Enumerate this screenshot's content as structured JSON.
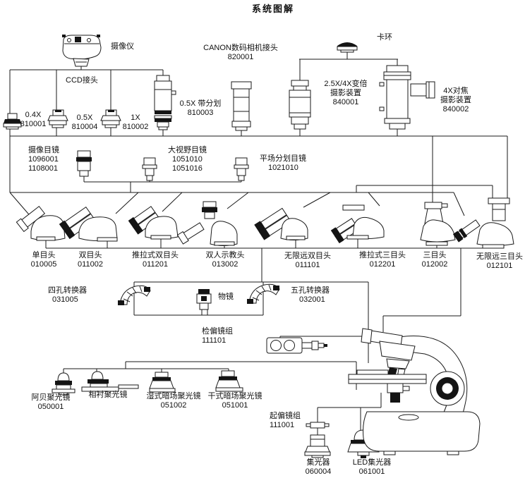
{
  "title": "系统图解",
  "line_color": "#1a1a1a",
  "background_color": "#ffffff",
  "components": {
    "camera": {
      "name": "摄像仪"
    },
    "ccd": {
      "name": "CCD接头"
    },
    "canon_adapter": {
      "name": "CANON数码相机接头",
      "code": "820001"
    },
    "clamp_ring": {
      "name": "卡环"
    },
    "adapter_04x": {
      "name": "0.4X",
      "code": "810001"
    },
    "adapter_05x": {
      "name": "0.5X",
      "code": "810004"
    },
    "adapter_1x": {
      "name": "1X",
      "code": "810002"
    },
    "adapter_05x_reticle": {
      "name": "0.5X 带分划",
      "code": "810003"
    },
    "zoom_photo_device": {
      "name": "2.5X/4X变倍",
      "name2": "摄影装置",
      "code": "840001"
    },
    "focus_photo_device": {
      "name": "4X对焦",
      "name2": "摄影装置",
      "code": "840002"
    },
    "camera_eyepiece": {
      "name": "摄像目镜",
      "code": "1096001",
      "code2": "1108001"
    },
    "widefield_eyepiece": {
      "name": "大视野目镜",
      "code": "1051010",
      "code2": "1051016"
    },
    "plan_reticle_eyepiece": {
      "name": "平场分划目镜",
      "code": "1021010"
    },
    "head_monocular": {
      "name": "单目头",
      "code": "010005"
    },
    "head_binocular": {
      "name": "双目头",
      "code": "011002"
    },
    "head_sliding_binocular": {
      "name": "推拉式双目头",
      "code": "011201"
    },
    "head_dual_teaching": {
      "name": "双人示教头",
      "code": "013002"
    },
    "head_infinity_binocular": {
      "name": "无限远双目头",
      "code": "011101"
    },
    "head_sliding_trinocular": {
      "name": "推拉式三目头",
      "code": "012201"
    },
    "head_trinocular": {
      "name": "三目头",
      "code": "012002"
    },
    "head_infinity_trinocular": {
      "name": "无限远三目头",
      "code": "012101"
    },
    "nosepiece_4": {
      "name": "四孔转换器",
      "code": "031005"
    },
    "objective": {
      "name": "物镜"
    },
    "nosepiece_5": {
      "name": "五孔转换器",
      "code": "032001"
    },
    "analyzer_set": {
      "name": "检偏镜组",
      "code": "111101"
    },
    "abbe_condenser": {
      "name": "阿贝聚光镜",
      "code": "050001"
    },
    "phase_condenser": {
      "name": "相衬聚光镜"
    },
    "wet_darkfield_condenser": {
      "name": "湿式暗场聚光镜",
      "code": "051002"
    },
    "dry_darkfield_condenser": {
      "name": "干式暗场聚光镜",
      "code": "051001"
    },
    "polarizer_set": {
      "name": "起偏镜组",
      "code": "111001"
    },
    "collector": {
      "name": "集光器",
      "code": "060004"
    },
    "led_collector": {
      "name": "LED集光器",
      "code": "061001"
    }
  }
}
